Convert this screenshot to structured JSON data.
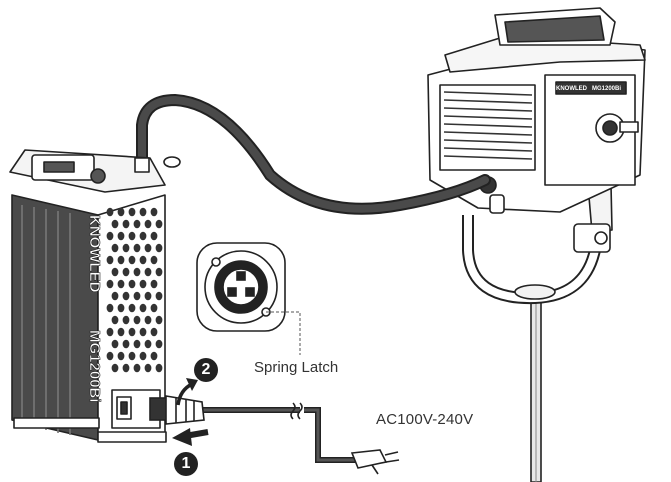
{
  "labels": {
    "spring_latch": "Spring Latch",
    "ac_input": "AC100V-240V",
    "step_1": "1",
    "step_2": "2"
  },
  "ballast": {
    "brand": "KNOWLED",
    "model": "MG1200Bi"
  },
  "light_head": {
    "brand": "KNOWLED",
    "model": "MG1200Bi"
  },
  "colors": {
    "line": "#222222",
    "cable": "#333333",
    "body_fill": "#ffffff",
    "fin_fill": "#4a4a4a"
  },
  "icons": [
    "arrow-right-icon",
    "plug-icon",
    "connector-icon"
  ]
}
